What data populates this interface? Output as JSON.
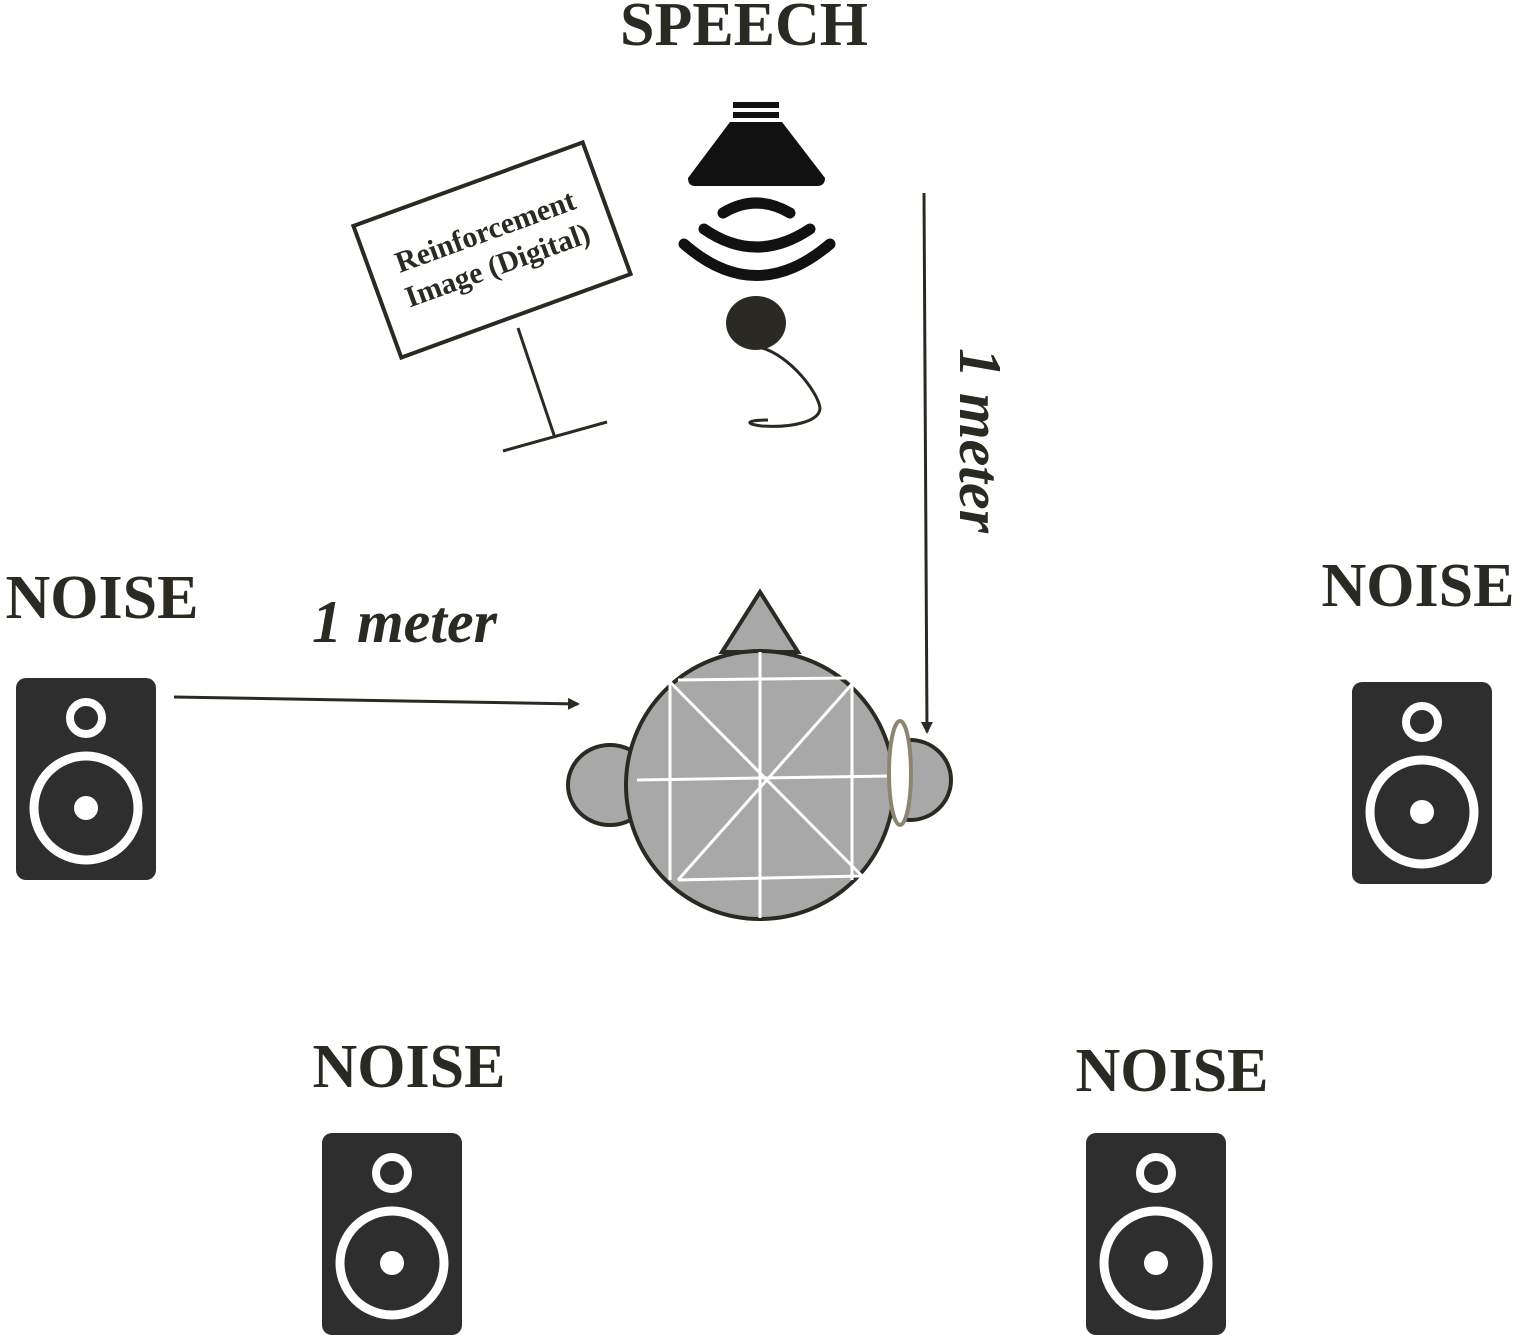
{
  "speech": {
    "label": "SPEECH"
  },
  "sign": {
    "line1": "Reinforcement",
    "line2": "Image (Digital)"
  },
  "distance": {
    "horizontal": "1 meter",
    "vertical": "1 meter"
  },
  "noise": {
    "left": "NOISE",
    "right": "NOISE",
    "bottom_left": "NOISE",
    "bottom_right": "NOISE"
  },
  "colors": {
    "ink": "#2b2a22",
    "speaker_body": "#2e2e2e",
    "head_fill": "#a8a8a8",
    "hearing_aid_outline": "#8c8670"
  },
  "icons": [
    "speech-loudspeaker-icon",
    "sound-waves-icon",
    "microphone-icon",
    "noise-speaker-icon",
    "listener-head-icon",
    "hearing-aid-icon"
  ]
}
